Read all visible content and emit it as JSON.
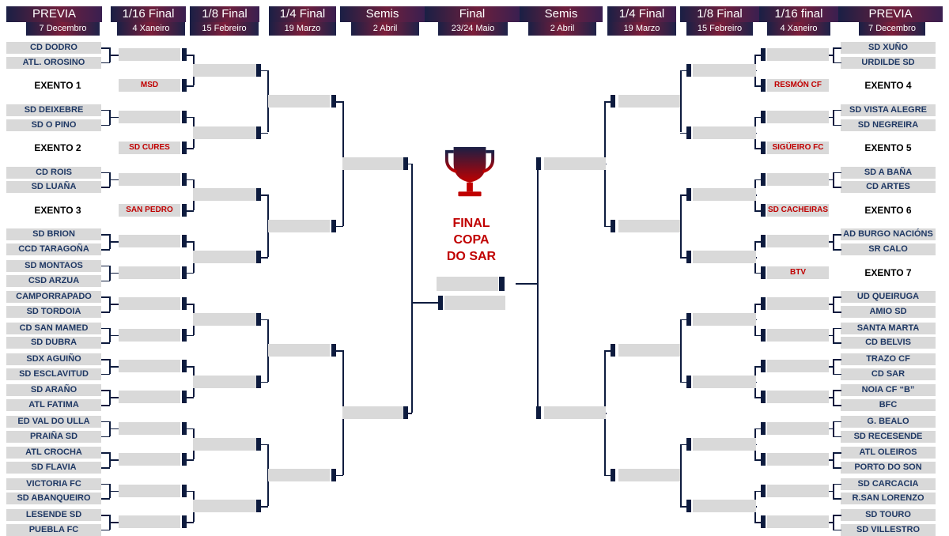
{
  "rounds": [
    {
      "title": "PREVIA",
      "date": "7 Decembro"
    },
    {
      "title": "1/16 Final",
      "date": "4 Xaneiro"
    },
    {
      "title": "1/8 Final",
      "date": "15 Febreiro"
    },
    {
      "title": "1/4 Final",
      "date": "19 Marzo"
    },
    {
      "title": "Semis",
      "date": "2 Abril"
    },
    {
      "title": "Final",
      "date": "23/24 Maio"
    },
    {
      "title": "Semis",
      "date": "2 Abril"
    },
    {
      "title": "1/4 Final",
      "date": "19 Marzo"
    },
    {
      "title": "1/8 Final",
      "date": "15 Febreiro"
    },
    {
      "title": "1/16 final",
      "date": "4 Xaneiro"
    },
    {
      "title": "PREVIA",
      "date": "7 Decembro"
    }
  ],
  "final_title": [
    "FINAL",
    "COPA",
    "DO SAR"
  ],
  "left": {
    "slots": [
      {
        "type": "pair",
        "teams": [
          "CD DODRO",
          "ATL. OROSINO"
        ]
      },
      {
        "type": "exento",
        "label": "EXENTO 1",
        "team": "MSD"
      },
      {
        "type": "pair",
        "teams": [
          "SD DEIXEBRE",
          "SD O PINO"
        ]
      },
      {
        "type": "exento",
        "label": "EXENTO 2",
        "team": "SD CURES"
      },
      {
        "type": "pair",
        "teams": [
          "CD ROIS",
          "SD LUAÑA"
        ]
      },
      {
        "type": "exento",
        "label": "EXENTO 3",
        "team": "SAN PEDRO"
      },
      {
        "type": "pair",
        "teams": [
          "SD BRION",
          "CCD TARAGOÑA"
        ]
      },
      {
        "type": "pair",
        "teams": [
          "SD MONTAOS",
          "CSD ARZUA"
        ]
      },
      {
        "type": "pair",
        "teams": [
          "CAMPORRAPADO",
          "SD TORDOIA"
        ]
      },
      {
        "type": "pair",
        "teams": [
          "CD SAN MAMED",
          "SD DUBRA"
        ]
      },
      {
        "type": "pair",
        "teams": [
          "SDX AGUIÑO",
          "SD ESCLAVITUD"
        ]
      },
      {
        "type": "pair",
        "teams": [
          "SD ARAÑO",
          "ATL FATIMA"
        ]
      },
      {
        "type": "pair",
        "teams": [
          "ED VAL DO ULLA",
          "PRAIÑA SD"
        ]
      },
      {
        "type": "pair",
        "teams": [
          "ATL CROCHA",
          "SD FLAVIA"
        ]
      },
      {
        "type": "pair",
        "teams": [
          "VICTORIA FC",
          "SD ABANQUEIRO"
        ]
      },
      {
        "type": "pair",
        "teams": [
          "LESENDE SD",
          "PUEBLA FC"
        ]
      }
    ]
  },
  "right": {
    "slots": [
      {
        "type": "pair",
        "teams": [
          "SD XUÑO",
          "URDILDE SD"
        ]
      },
      {
        "type": "exento",
        "label": "EXENTO 4",
        "team": "RESMÓN CF"
      },
      {
        "type": "pair",
        "teams": [
          "SD VISTA ALEGRE",
          "SD NEGREIRA"
        ]
      },
      {
        "type": "exento",
        "label": "EXENTO 5",
        "team": "SIGÜEIRO FC"
      },
      {
        "type": "pair",
        "teams": [
          "SD A BAÑA",
          "CD ARTES"
        ]
      },
      {
        "type": "exento",
        "label": "EXENTO 6",
        "team": "SD CACHEIRAS"
      },
      {
        "type": "pair",
        "teams": [
          "AD BURGO NACIÓNS",
          "SR CALO"
        ]
      },
      {
        "type": "exento",
        "label": "EXENTO 7",
        "team": "BTV"
      },
      {
        "type": "pair",
        "teams": [
          "UD QUEIRUGA",
          "AMIO SD"
        ]
      },
      {
        "type": "pair",
        "teams": [
          "SANTA MARTA",
          "CD BELVIS"
        ]
      },
      {
        "type": "pair",
        "teams": [
          "TRAZO CF",
          "CD SAR"
        ]
      },
      {
        "type": "pair",
        "teams": [
          "NOIA CF “B”",
          "BFC"
        ]
      },
      {
        "type": "pair",
        "teams": [
          "G. BEALO",
          "SD RECESENDE"
        ]
      },
      {
        "type": "pair",
        "teams": [
          "ATL OLEIROS",
          "PORTO DO SON"
        ]
      },
      {
        "type": "pair",
        "teams": [
          "SD CARCACIA",
          "R.SAN LORENZO"
        ]
      },
      {
        "type": "pair",
        "teams": [
          "SD TOURO",
          "SD VILLESTRO"
        ]
      }
    ]
  },
  "colors": {
    "navy": "#0d1b3e",
    "header_red": "#7c1e3a",
    "box_grey": "#d9d9d9",
    "text_blue": "#1f3864",
    "accent_red": "#c00000"
  },
  "icons": {
    "trophy": "trophy-icon"
  }
}
